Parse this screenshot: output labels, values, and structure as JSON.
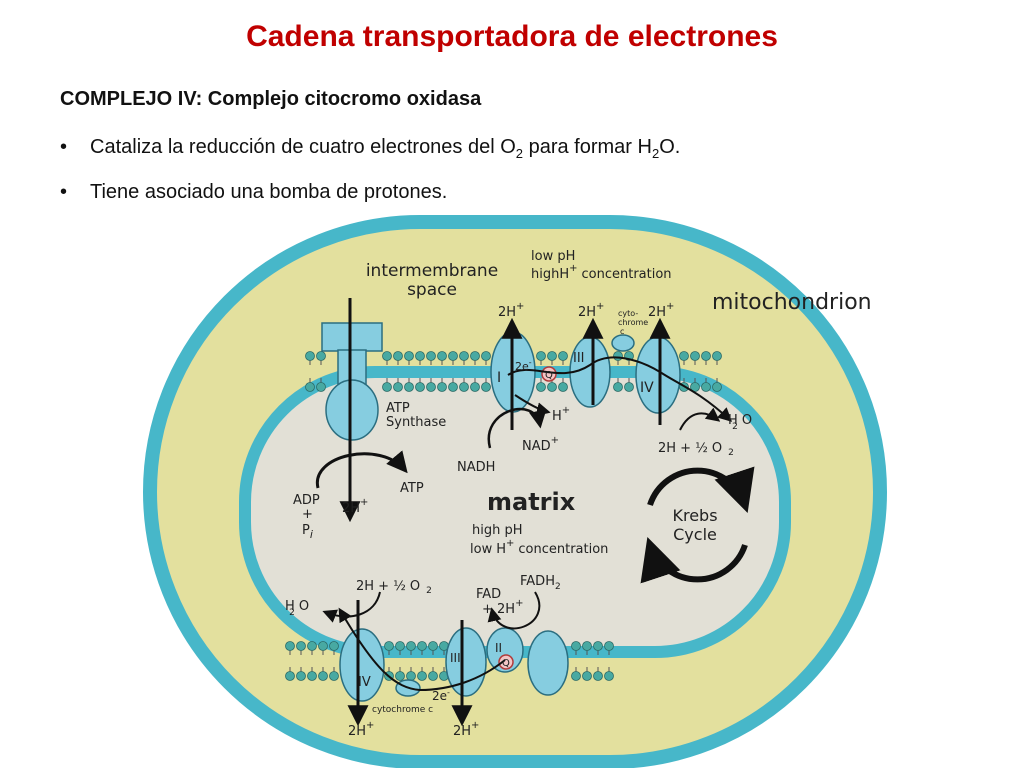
{
  "slide": {
    "title": "Cadena transportadora de electrones",
    "subtitle": "COMPLEJO IV: Complejo citocromo oxidasa",
    "bullet1": {
      "pre": "Cataliza la reducción de cuatro electrones del O",
      "sub1": "2",
      "mid": " para formar H",
      "sub2": "2",
      "post": "O."
    },
    "bullet2": "Tiene asociado una bomba de protones.",
    "bullet_glyph": "•"
  },
  "diagram": {
    "label_intermembrane_1": "intermembrane",
    "label_intermembrane_2": "space",
    "label_lowph_1": "low pH",
    "label_lowph_2a": "high",
    "label_lowph_2b": "H",
    "label_lowph_2c": "concentration",
    "label_mito": "mitochondrion",
    "label_matrix": "matrix",
    "label_highph_1": "high pH",
    "label_highph_2a": "low",
    "label_highph_2b": "H",
    "label_highph_2c": "concentration",
    "label_krebs_1": "Krebs",
    "label_krebs_2": "Cycle",
    "label_atp_synthase_1": "ATP",
    "label_atp_synthase_2": "Synthase",
    "label_atp": "ATP",
    "label_adp": "ADP",
    "label_plus": "+",
    "label_pi": "P",
    "label_pi_sub": "i",
    "label_2h": "2H",
    "label_plus_sup": "+",
    "label_nadh": "NADH",
    "label_nad": "NAD",
    "label_h": "H",
    "label_2e": "2e",
    "label_q": "Q",
    "label_cyto_1": "cyto-",
    "label_cyto_2": "chrome",
    "label_cyto_3": "c",
    "label_cytochrome_c": "cytochrome c",
    "label_fad": "FAD",
    "label_fadh": "FADH",
    "label_fadh_sub": "2",
    "label_half_o2": "2H  +  ½ O",
    "label_o2_sub": "2",
    "label_h2o": "H O",
    "label_h2o_sub": "2",
    "complex_I": "I",
    "complex_II": "II",
    "complex_III": "III",
    "complex_IV": "IV"
  },
  "colors": {
    "title": "#c00000",
    "outer_membrane": "#47b7c9",
    "intermembrane_fill": "#e3e09e",
    "matrix_fill": "#e2e0d6",
    "protein": "#86cde0",
    "lipid_head": "#48a9a2",
    "quinone": "#e08a8a"
  }
}
